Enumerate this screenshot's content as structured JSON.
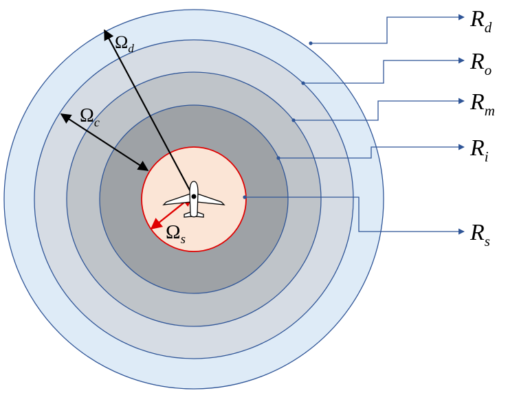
{
  "colors": {
    "ring_outline": "#2F5597",
    "zone_detection": "#DEEBF7",
    "zone_outer": "#D6DCE4",
    "zone_middle": "#BFC4C9",
    "zone_inner": "#9EA2A6",
    "zone_safety": "#FBE5D6",
    "safety_outline": "#E00000",
    "arrow_black": "#000000",
    "arrow_red": "#E00000",
    "aircraft": "#000000"
  },
  "zones": [
    {
      "id": "detection",
      "label": "R",
      "sub": "d"
    },
    {
      "id": "outer",
      "label": "R",
      "sub": "o"
    },
    {
      "id": "middle",
      "label": "R",
      "sub": "m"
    },
    {
      "id": "inner",
      "label": "R",
      "sub": "i"
    },
    {
      "id": "safety",
      "label": "R",
      "sub": "s"
    }
  ],
  "omegas": [
    {
      "id": "detection",
      "symbol": "Ω",
      "sub": "d"
    },
    {
      "id": "control",
      "symbol": "Ω",
      "sub": "c"
    },
    {
      "id": "safety",
      "symbol": "Ω",
      "sub": "s"
    }
  ],
  "icons": {
    "aircraft": "aircraft-icon"
  }
}
